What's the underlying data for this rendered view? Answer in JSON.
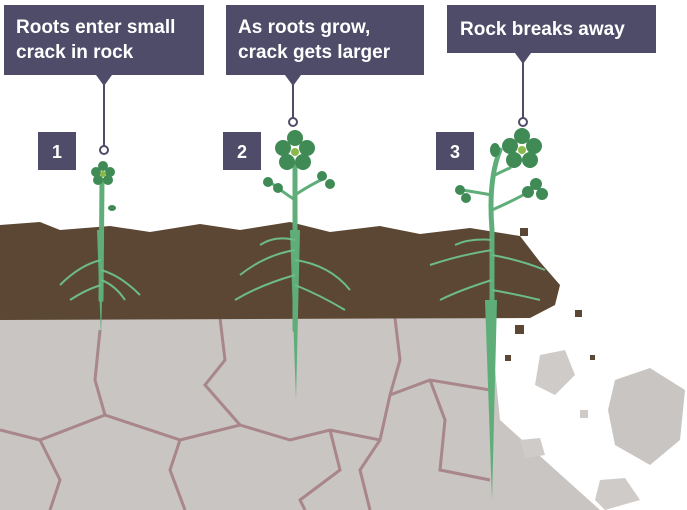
{
  "labels": [
    {
      "line1": "Roots enter small",
      "line2": "crack in rock"
    },
    {
      "line1": "As roots grow,",
      "line2": "crack gets larger"
    },
    {
      "line1": "Rock breaks away"
    }
  ],
  "steps": [
    "1",
    "2",
    "3"
  ],
  "colors": {
    "label_bg": "#4e4c68",
    "soil": "#5b4733",
    "rock": "#c9c5c2",
    "crack": "#a8868a",
    "plant": "#3f8a55"
  }
}
